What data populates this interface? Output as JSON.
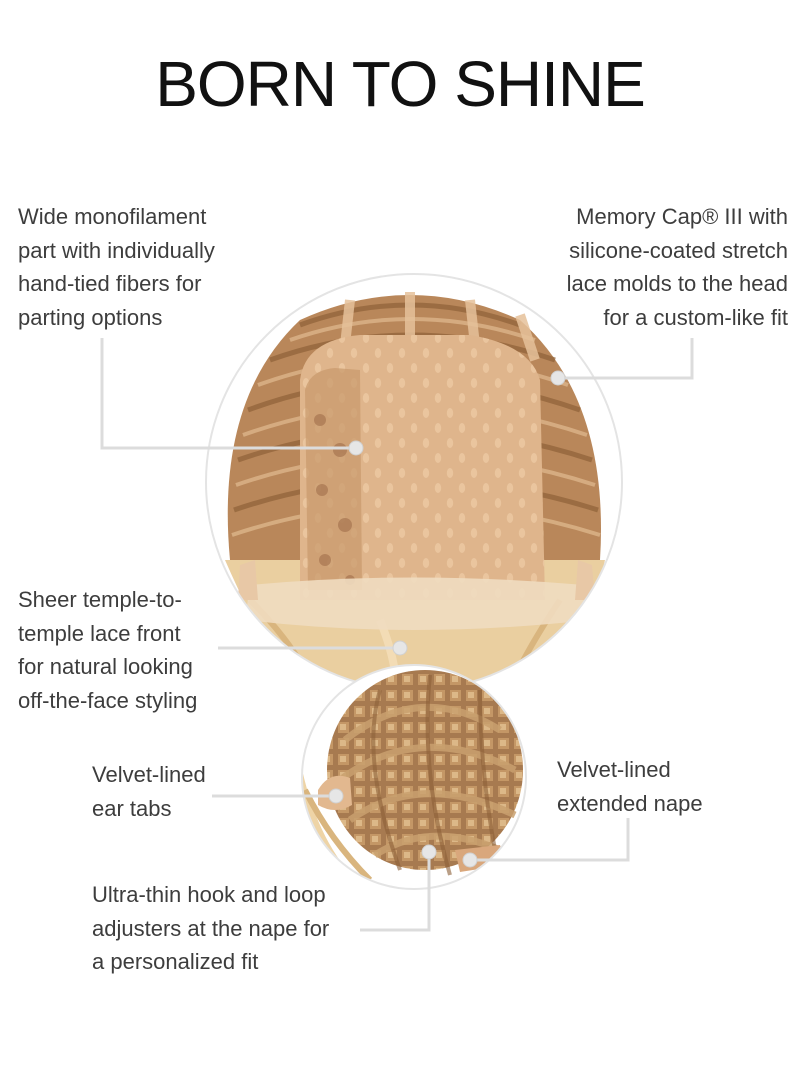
{
  "title": "BORN TO SHINE",
  "colors": {
    "leader_line": "#dcdcdc",
    "circle_border": "#e4e4e4",
    "cap_lace": "#dfb58c",
    "cap_wefts": "#b9875a",
    "hair_blonde": "#eacfa0",
    "title_text": "#111111",
    "body_text": "#3d3d3d"
  },
  "callouts": {
    "monofilament": {
      "lines": [
        "Wide monofilament",
        "part with individually",
        "hand-tied fibers for",
        "parting options"
      ]
    },
    "memory_cap": {
      "lines": [
        "Memory Cap® III with",
        "silicone-coated stretch",
        "lace molds to the head",
        "for a custom-like fit"
      ]
    },
    "lace_front": {
      "lines": [
        "Sheer temple-to-",
        "temple lace front",
        "for natural looking",
        "off-the-face styling"
      ]
    },
    "ear_tabs": {
      "lines": [
        "Velvet-lined",
        "ear tabs"
      ]
    },
    "extended_nape": {
      "lines": [
        "Velvet-lined",
        "extended nape"
      ]
    },
    "adjusters": {
      "lines": [
        "Ultra-thin hook and loop",
        "adjusters at the nape for",
        "a personalized fit"
      ]
    }
  },
  "images": {
    "front_cap": "wig-cap-interior-front-photo",
    "back_cap": "wig-cap-interior-back-photo"
  }
}
